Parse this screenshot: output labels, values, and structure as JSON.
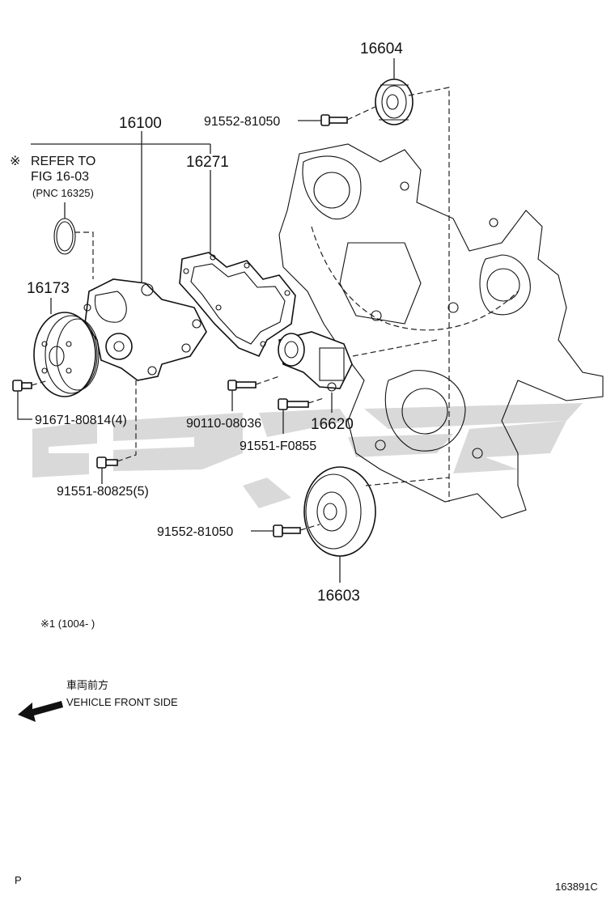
{
  "callouts": {
    "p16604": "16604",
    "p16100": "16100",
    "p16271": "16271",
    "p16173": "16173",
    "p16620": "16620",
    "p16603": "16603",
    "bolt_91552_top": "91552-81050",
    "bolt_91671": "91671-80814(4)",
    "bolt_90110": "90110-08036",
    "bolt_91551_f": "91551-F0855",
    "bolt_91551_80825": "91551-80825(5)",
    "bolt_91552_bottom": "91552-81050"
  },
  "reference_note": {
    "mark": "※",
    "line1": "REFER TO",
    "line2": "FIG 16-03",
    "line3": "(PNC 16325)"
  },
  "date_note": "※1 (1004-      )",
  "front_side": {
    "japanese": "車両前方",
    "english": "VEHICLE FRONT SIDE"
  },
  "corner_left": "P",
  "corner_right": "163891C",
  "colors": {
    "ink": "#111111",
    "watermark": "#d9d9d9",
    "background": "#ffffff"
  }
}
